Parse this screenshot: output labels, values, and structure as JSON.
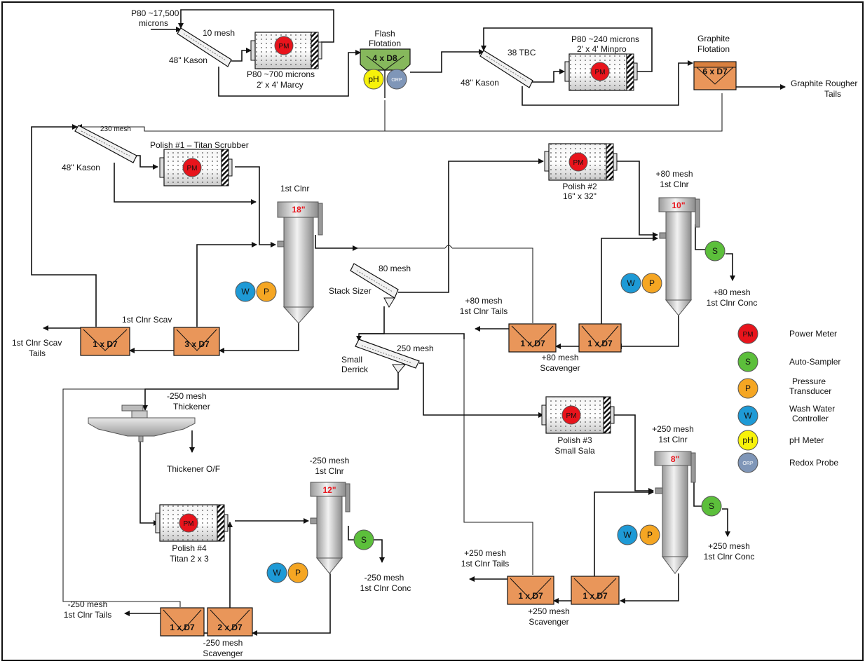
{
  "labels": {
    "p80_17500": "P80 ~17,500",
    "microns": "microns",
    "mesh10": "10 mesh",
    "kason1": "48\" Kason",
    "p80_700": "P80 ~700 microns",
    "marcy": "2' x 4' Marcy",
    "flash1": "Flash",
    "flash2": "Flotation",
    "tbc38": "38 TBC",
    "p80_240": "P80 ~240 microns",
    "minpro": "2' x 4' Minpro",
    "kason2": "48\" Kason",
    "graph1": "Graphite",
    "graph2": "Flotation",
    "tails1": "Graphite Rougher",
    "tails2": "Tails",
    "mesh230": "230 mesh",
    "kason3": "48\" Kason",
    "polish1": "Polish #1 – Titan Scrubber",
    "clnr1a": "1st Clnr",
    "polish2a": "Polish #2",
    "polish2b": "16\" x 32\"",
    "p80clnrA": "+80 mesh",
    "p80clnrB": "1st Clnr",
    "mesh80": "80 mesh",
    "stack": "Stack Sizer",
    "clnrscav": "1st Clnr Scav",
    "clnrscavTails1": "1st Clnr Scav",
    "clnrscavTails2": "Tails",
    "p80tails1": "+80 mesh",
    "p80tails2": "1st Clnr Tails",
    "p80conc1": "+80 mesh",
    "p80conc2": "1st Clnr Conc",
    "p80scav1": "+80 mesh",
    "p80scav2": "Scavenger",
    "mesh250": "250 mesh",
    "derrick1": "Small",
    "derrick2": "Derrick",
    "thick1": "-250 mesh",
    "thick2": "Thickener",
    "thickOF": "Thickener O/F",
    "polish3a": "Polish #3",
    "polish3b": "Small Sala",
    "p250clnrA": "+250 mesh",
    "p250clnrB": "1st Clnr",
    "m250clnrA": "-250 mesh",
    "m250clnrB": "1st Clnr",
    "polish4a": "Polish #4",
    "polish4b": "Titan 2 x 3",
    "m250conc1": "-250 mesh",
    "m250conc2": "1st Clnr Conc",
    "p250conc1": "+250 mesh",
    "p250conc2": "1st Clnr Conc",
    "p250tails1": "+250 mesh",
    "p250tails2": "1st Clnr Tails",
    "p250scav1": "+250 mesh",
    "p250scav2": "Scavenger",
    "m250tails1": "-250 mesh",
    "m250tails2": "1st Clnr Tails",
    "m250scav1": "-250 mesh",
    "m250scav2": "Scavenger"
  },
  "cells": {
    "flash": "4 x D8",
    "graphite": "6 x D7",
    "scav1": "1 x D7",
    "scav3": "3 x D7",
    "p80a": "1 x D7",
    "p80b": "1 x D7",
    "p250a": "1 x D7",
    "p250b": "1 x D7",
    "m250a": "1 x D7",
    "m250b": "2 x D7"
  },
  "columns": {
    "c18": "18\"",
    "c10": "10\"",
    "c12": "12\"",
    "c8": "8\""
  },
  "badges": {
    "pm": "PM",
    "ph": "pH",
    "orp": "ORP",
    "w": "W",
    "p": "P",
    "s": "S"
  },
  "legend": [
    {
      "badge": "PM",
      "label1": "Power Meter",
      "label2": "",
      "color": "#e8141c"
    },
    {
      "badge": "S",
      "label1": "Auto-Sampler",
      "label2": "",
      "color": "#5cbf3b"
    },
    {
      "badge": "P",
      "label1": "Pressure",
      "label2": "Transducer",
      "color": "#f5a623"
    },
    {
      "badge": "W",
      "label1": "Wash Water",
      "label2": "Controller",
      "color": "#1e9ad6"
    },
    {
      "badge": "pH",
      "label1": "pH Meter",
      "label2": "",
      "color": "#f7f20a"
    },
    {
      "badge": "ORP",
      "label1": "Redox Probe",
      "label2": "",
      "color": "#7f96b8"
    }
  ],
  "colors": {
    "pm": "#e8141c",
    "s": "#5cbf3b",
    "p": "#f5a623",
    "w": "#1e9ad6",
    "ph": "#f7f20a",
    "orp": "#7f96b8",
    "cell": "#e9965a",
    "flashCell": "#86b85c",
    "columnText": "#e8141c"
  }
}
